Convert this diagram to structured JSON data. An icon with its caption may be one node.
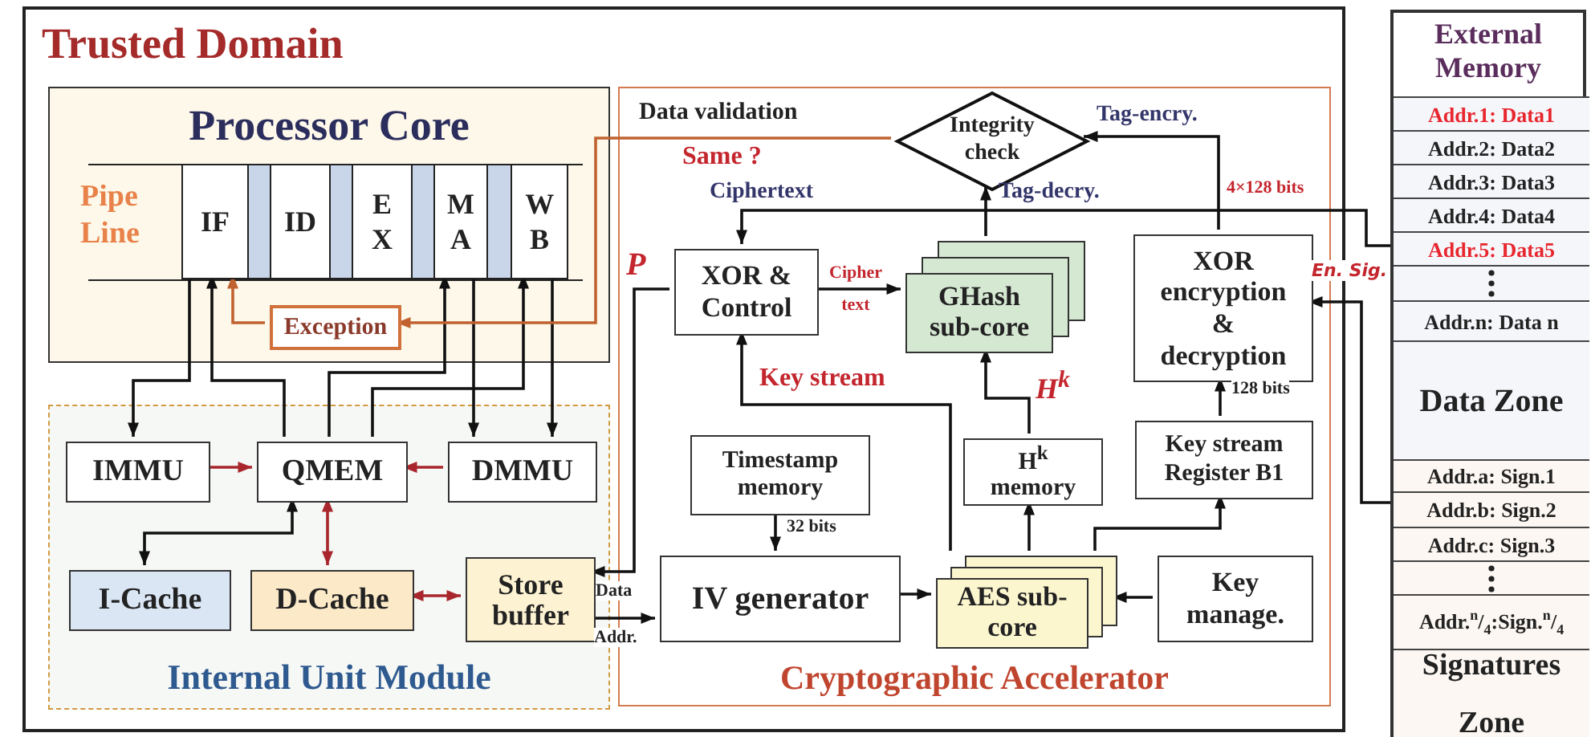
{
  "diagram": {
    "nodes": [
      {
        "text": [
          "Trusted Domain"
        ]
      },
      {
        "text": [
          "Processor Core"
        ],
        "in": 0
      },
      {
        "text": [
          "IF"
        ],
        "in": 1
      },
      {
        "text": [
          "ID"
        ],
        "in": 1
      },
      {
        "text": [
          "E X"
        ],
        "in": 1
      },
      {
        "text": [
          "M A"
        ],
        "in": 1
      },
      {
        "text": [
          "W B"
        ],
        "in": 1
      },
      {
        "text": [
          "Exception"
        ],
        "in": 1
      },
      {
        "text": [
          "Internal Unit Module"
        ],
        "in": 0
      },
      {
        "text": [
          "IMMU"
        ],
        "in": 8
      },
      {
        "text": [
          "QMEM"
        ],
        "in": 8
      },
      {
        "text": [
          "DMMU"
        ],
        "in": 8
      },
      {
        "text": [
          "I-Cache"
        ],
        "in": 8
      },
      {
        "text": [
          "D-Cache"
        ],
        "in": 8
      },
      {
        "text": [
          "Store buffer"
        ],
        "in": 8
      },
      {
        "text": [
          "Cryptographic Accelerator"
        ],
        "in": 0
      },
      {
        "text": [
          "Integrity check"
        ],
        "in": 15
      },
      {
        "text": [
          "XOR & Control"
        ],
        "in": 15
      },
      {
        "text": [
          "GHash sub-core"
        ],
        "in": 15
      },
      {
        "text": [
          "XOR encryption & decryption"
        ],
        "in": 15
      },
      {
        "text": [
          "Timestamp memory"
        ],
        "in": 15
      },
      {
        "text": [
          "H$^{k}$ memory"
        ],
        "in": 15
      },
      {
        "text": [
          "Key stream Register B1"
        ],
        "in": 15
      },
      {
        "text": [
          "IV generator"
        ],
        "in": 15
      },
      {
        "text": [
          "AES sub-core"
        ],
        "in": 15
      },
      {
        "text": [
          "Key manage."
        ],
        "in": 15
      },
      {
        "text": [
          "External Memory"
        ]
      },
      {
        "text": [
          "Addr.1: Data1"
        ],
        "in": 26
      },
      {
        "text": [
          "Addr.2: Data2"
        ],
        "in": 26
      },
      {
        "text": [
          "Addr.3: Data3"
        ],
        "in": 26
      },
      {
        "text": [
          "Addr.4: Data4"
        ],
        "in": 26
      },
      {
        "text": [
          "Addr.5: Data5"
        ],
        "in": 26
      },
      {
        "text": [],
        "shape": "box",
        "in": 26
      },
      {
        "text": [
          "Addr.n: Data n"
        ],
        "in": 26
      },
      {
        "text": [
          "Data Zone"
        ],
        "in": 26
      },
      {
        "text": [
          "Addr.a: Sign.1"
        ],
        "in": 26
      },
      {
        "text": [
          "Addr.b: Sign.2"
        ],
        "in": 26
      },
      {
        "text": [
          "Addr.c: Sign.3"
        ],
        "in": 26
      },
      {
        "text": [],
        "shape": "box",
        "in": 26
      },
      {
        "text": [
          "Addr.$^{n}$/$_{4}$:Sign.$^{n}$/$_{4}$"
        ],
        "in": 26
      },
      {
        "text": [
          "Signatures Zone"
        ],
        "in": 26
      }
    ],
    "edges": [
      {
        "from": 2,
        "to": 9,
        "arrow": "to"
      },
      {
        "from": 10,
        "to": 2,
        "arrow": "to"
      },
      {
        "from": 10,
        "to": 5,
        "arrow": "to"
      },
      {
        "from": 10,
        "to": 6,
        "arrow": "to"
      },
      {
        "from": 5,
        "to": 11,
        "arrow": "to"
      },
      {
        "from": 6,
        "to": 11,
        "arrow": "to"
      },
      {
        "from": 9,
        "to": 10,
        "arrow": "to",
        "color": "#a8262c"
      },
      {
        "from": 11,
        "to": 10,
        "arrow": "to",
        "color": "#a8262c"
      },
      {
        "from": 10,
        "to": 12,
        "arrow": "both"
      },
      {
        "from": 10,
        "to": 13,
        "arrow": "both",
        "color": "#a8262c"
      },
      {
        "from": 13,
        "to": 14,
        "arrow": "both",
        "color": "#a8262c"
      },
      {
        "from": 17,
        "to": 14,
        "arrow": "to",
        "label": "P"
      },
      {
        "from": 14,
        "to": 23,
        "arrow": "to",
        "label": "Data"
      },
      {
        "from": 20,
        "to": 23,
        "arrow": "to",
        "label": "32 bits"
      },
      {
        "from": 23,
        "to": 24,
        "arrow": "to"
      },
      {
        "from": 25,
        "to": 24,
        "arrow": "to"
      },
      {
        "from": 24,
        "to": 21,
        "arrow": "to"
      },
      {
        "from": 24,
        "to": 22,
        "arrow": "to"
      },
      {
        "from": 24,
        "to": 17,
        "arrow": "to",
        "label": "Key stream"
      },
      {
        "from": 21,
        "to": 18,
        "arrow": "to",
        "label": "H$^{k}$"
      },
      {
        "from": 22,
        "to": 19,
        "arrow": "to",
        "label": "128 bits"
      },
      {
        "from": 17,
        "to": 18,
        "arrow": "to",
        "label": "Cipher text"
      },
      {
        "from": 18,
        "to": 16,
        "arrow": "to",
        "label": "Tag-decry."
      },
      {
        "from": 19,
        "to": 16,
        "arrow": "to",
        "label": "Tag-encry."
      },
      {
        "from": 31,
        "to": 17,
        "arrow": "to",
        "label": "Ciphertext"
      },
      {
        "from": 36,
        "to": 19,
        "arrow": "to",
        "label": "En. Sig."
      },
      {
        "from": 16,
        "to": 7,
        "arrow": "to",
        "color": "#c0622f"
      },
      {
        "from": 7,
        "to": 2,
        "arrow": "to",
        "color": "#c0622f"
      }
    ],
    "labels": [
      "Pipe Line",
      "Data validation",
      "Same ?",
      "4×128 bits",
      "Addr."
    ]
  }
}
